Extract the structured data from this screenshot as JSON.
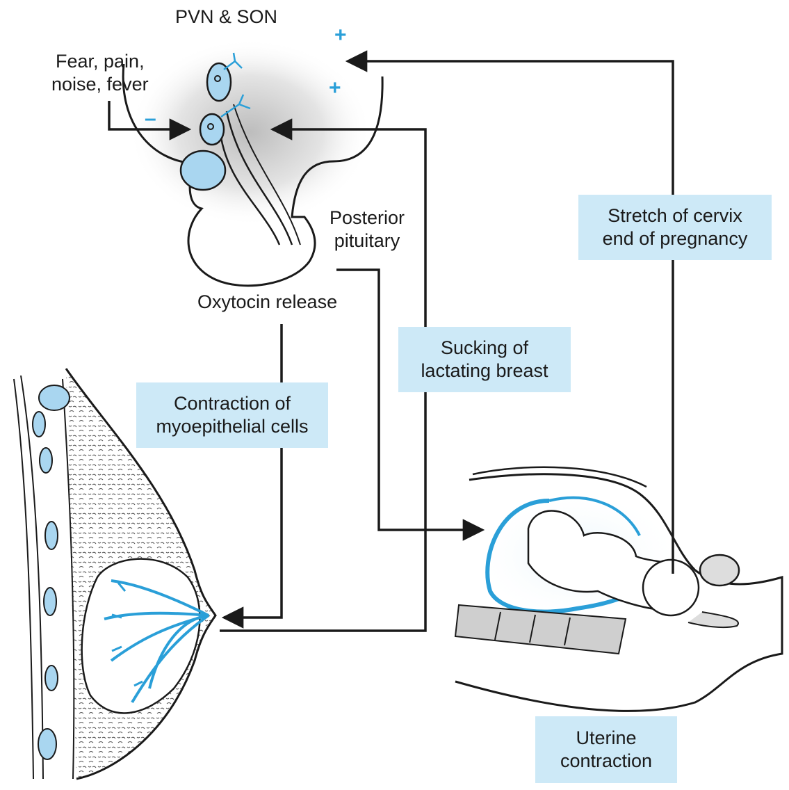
{
  "diagram": {
    "labels": {
      "pvn_son": "PVN & SON",
      "stimuli_line1": "Fear, pain,",
      "stimuli_line2": "noise, fever",
      "posterior_line1": "Posterior",
      "posterior_line2": "pituitary",
      "oxytocin": "Oxytocin release"
    },
    "boxes": {
      "cervix_line1": "Stretch of cervix",
      "cervix_line2": "end of pregnancy",
      "sucking_line1": "Sucking of",
      "sucking_line2": "lactating breast",
      "myo_line1": "Contraction of",
      "myo_line2": "myoepithelial cells",
      "uterine_line1": "Uterine",
      "uterine_line2": "contraction"
    },
    "signs": {
      "plus_top": "+",
      "plus_mid": "+",
      "minus": "–"
    }
  },
  "colors": {
    "accent_blue": "#2a9fd8",
    "box_fill": "#cde9f7",
    "line": "#1a1a1a",
    "shadow": "#d4d4d4"
  },
  "icons": [
    "hypothalamus-pituitary-icon",
    "breast-icon",
    "fetus-in-uterus-icon",
    "arrow-head-icon"
  ]
}
